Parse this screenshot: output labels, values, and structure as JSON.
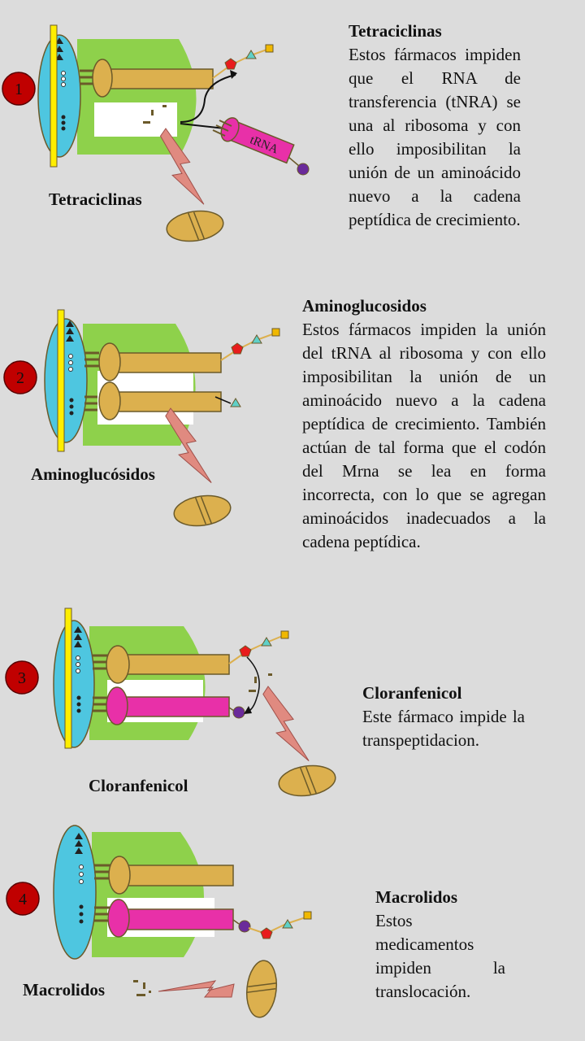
{
  "panels": [
    {
      "number": "1",
      "caption": "Tetraciclinas",
      "trna_label": "tRNA",
      "title": "Tetraciclinas",
      "body": "Estos fármacos impiden que el RNA de transferencia (tNRA) se una al ribosoma y con ello imposibilitan la unión de un aminoácido nuevo a la cadena peptídica de crecimiento."
    },
    {
      "number": "2",
      "caption": "Aminoglucósidos",
      "title": "Aminoglucosidos",
      "body": "Estos fármacos impiden la unión del tRNA al ribosoma y con ello imposibilitan la unión de un aminoácido nuevo a la cadena peptídica de crecimiento. También actúan de tal forma que el codón del Mrna se lea en forma incorrecta, con lo que se agregan aminoácidos inadecuados a la cadena peptídica."
    },
    {
      "number": "3",
      "caption": "Cloranfenicol",
      "title": "Cloranfenicol",
      "body": "Este fármaco impide la transpeptidacion."
    },
    {
      "number": "4",
      "caption": "Macrolidos",
      "title": "Macrolidos",
      "body": "Estos medicamentos impiden la translocación."
    }
  ],
  "colors": {
    "background": "#dcdcdc",
    "ribosome_large": "#8ed14b",
    "ribosome_small": "#4ec6e0",
    "mrna": "#ffee00",
    "trna_gold": "#dcb04e",
    "trna_pink": "#e830a8",
    "badge": "#c00000",
    "lightning": "#e08a80",
    "amino_red": "#e81c1c",
    "amino_teal": "#5fd0c8",
    "amino_yellow": "#f0b800",
    "amino_purple": "#6a2a9a"
  }
}
